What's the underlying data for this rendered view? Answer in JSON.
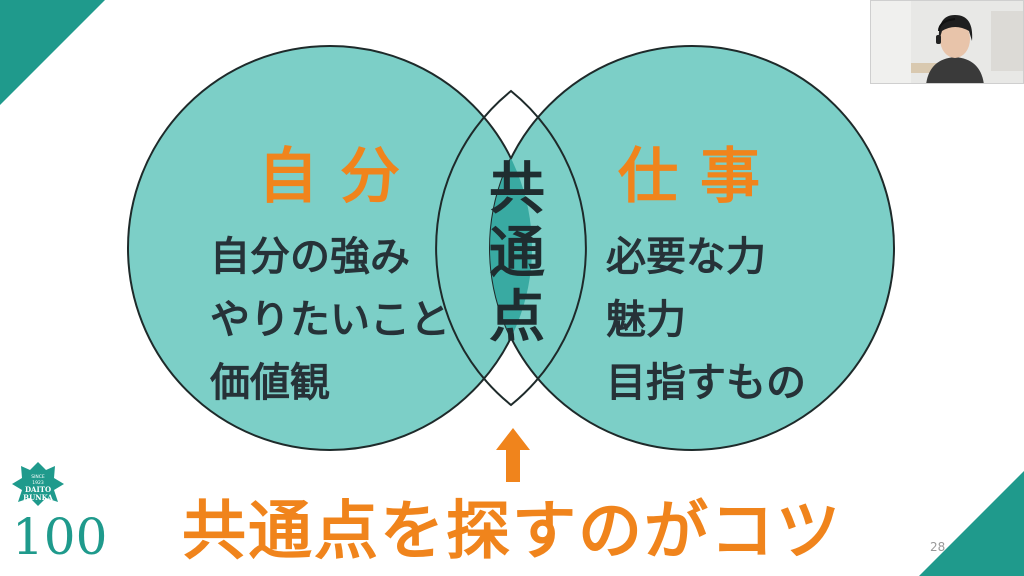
{
  "slide": {
    "left_heading": "自分",
    "right_heading": "仕事",
    "left_items": [
      "自分の強み",
      "やりたいこと",
      "価値観"
    ],
    "right_items": [
      "必要な力",
      "魅力",
      "目指すもの"
    ],
    "overlap_label": "共通点",
    "bottom_message": "共通点を探すのがコツ",
    "page_number": "28"
  },
  "logo": {
    "top_text": "SINCE",
    "year": "1923",
    "name_line1": "DAITO",
    "name_line2": "BUNKA",
    "number": "100"
  },
  "colors": {
    "teal_circle": "#7ccfc7",
    "teal_overlap": "#39aaa2",
    "teal_dark": "#1f9a8c",
    "orange": "#f0841c",
    "dark_text": "#263238"
  },
  "icons": {
    "arrow": "arrow-up-icon",
    "logo": "daito-bunka-logo-icon",
    "webcam": "webcam-presenter-icon"
  }
}
